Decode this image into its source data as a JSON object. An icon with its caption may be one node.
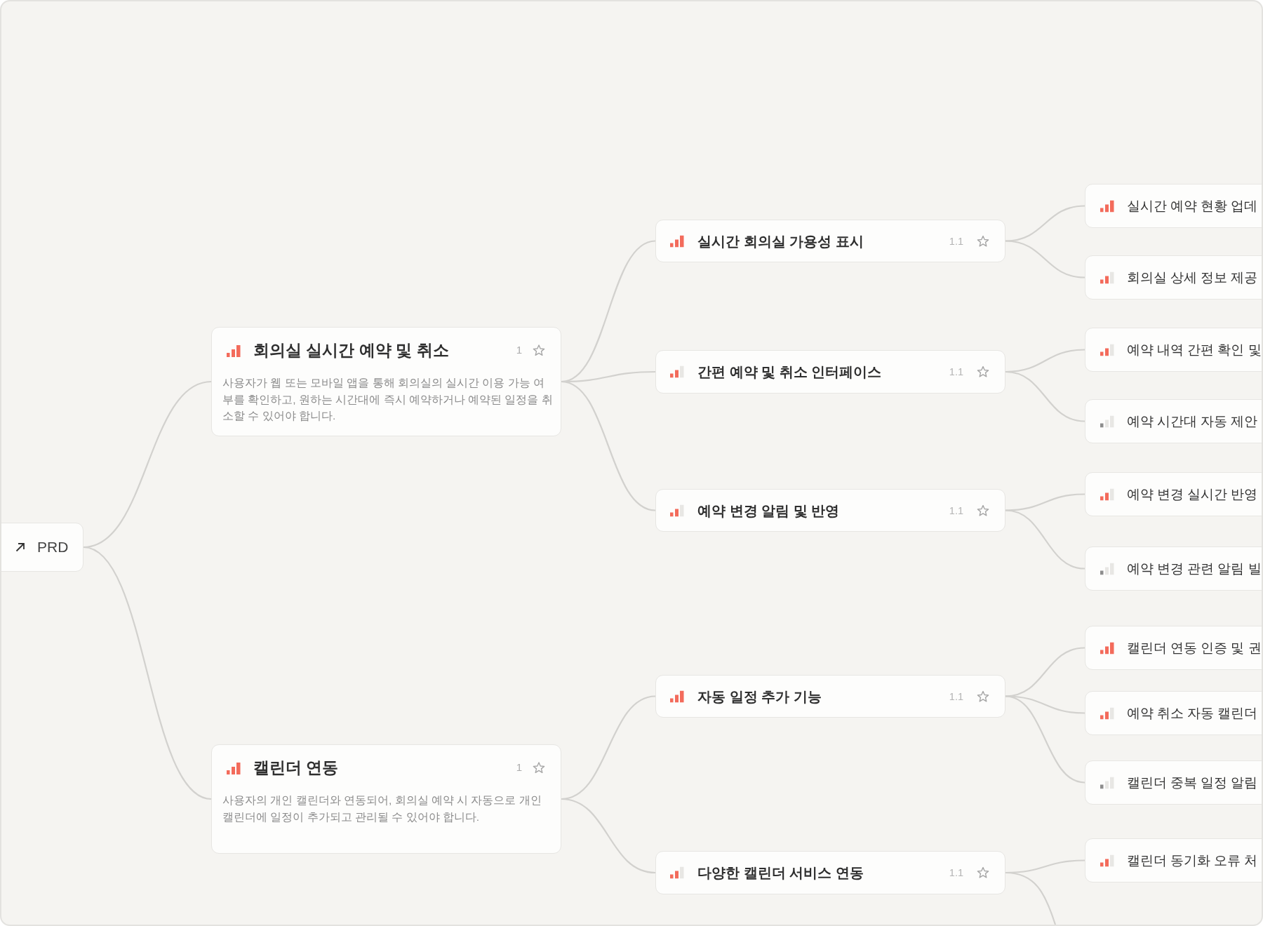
{
  "diagram": {
    "nodes": [
      {
        "text": [
          "PRD"
        ]
      },
      {
        "text": [
          "회의실 실시간 예약 및 취소",
          "1",
          "사용자가 웹 또는 모바일 앱을 통해 회의실의 실시간 이용 가능 여부를 확인하고, 원하는 시간대에 즉시 예약하거나 예약된 일정을 취소할 수 있어야 합니다."
        ]
      },
      {
        "text": [
          "실시간 회의실 가용성 표시",
          "1.1"
        ]
      },
      {
        "text": [
          "실시간 예약 현황 업데"
        ]
      },
      {
        "text": [
          "회의실 상세 정보 제공"
        ]
      },
      {
        "text": [
          "간편 예약 및 취소 인터페이스",
          "1.1"
        ]
      },
      {
        "text": [
          "예약 내역 간편 확인 및"
        ]
      },
      {
        "text": [
          "예약 시간대 자동 제안"
        ]
      },
      {
        "text": [
          "예약 변경 알림 및 반영",
          "1.1"
        ]
      },
      {
        "text": [
          "예약 변경 실시간 반영"
        ]
      },
      {
        "text": [
          "예약 변경 관련 알림 빌"
        ]
      },
      {
        "text": [
          "캘린더 연동",
          "1",
          "사용자의 개인 캘린더와 연동되어, 회의실 예약 시 자동으로 개인 캘린더에 일정이 추가되고 관리될 수 있어야 합니다."
        ]
      },
      {
        "text": [
          "자동 일정 추가 기능",
          "1.1"
        ]
      },
      {
        "text": [
          "캘린더 연동 인증 및 권"
        ]
      },
      {
        "text": [
          "예약 취소 자동 캘린더"
        ]
      },
      {
        "text": [
          "캘린더 중복 일정 알림"
        ]
      },
      {
        "text": [
          "다양한 캘린더 서비스 연동",
          "1.1"
        ]
      },
      {
        "text": [
          "캘린더 동기화 오류 처"
        ]
      }
    ],
    "edges": [
      {
        "from": 0,
        "to": 1,
        "arrow": "none"
      },
      {
        "from": 0,
        "to": 11,
        "arrow": "none"
      },
      {
        "from": 1,
        "to": 2,
        "arrow": "none"
      },
      {
        "from": 1,
        "to": 5,
        "arrow": "none"
      },
      {
        "from": 1,
        "to": 8,
        "arrow": "none"
      },
      {
        "from": 2,
        "to": 3,
        "arrow": "none"
      },
      {
        "from": 2,
        "to": 4,
        "arrow": "none"
      },
      {
        "from": 5,
        "to": 6,
        "arrow": "none"
      },
      {
        "from": 5,
        "to": 7,
        "arrow": "none"
      },
      {
        "from": 8,
        "to": 9,
        "arrow": "none"
      },
      {
        "from": 8,
        "to": 10,
        "arrow": "none"
      },
      {
        "from": 11,
        "to": 12,
        "arrow": "none"
      },
      {
        "from": 11,
        "to": 16,
        "arrow": "none"
      },
      {
        "from": 12,
        "to": 13,
        "arrow": "none"
      },
      {
        "from": 12,
        "to": 14,
        "arrow": "none"
      },
      {
        "from": 12,
        "to": 15,
        "arrow": "none"
      },
      {
        "from": 16,
        "to": 17,
        "arrow": "none"
      },
      {
        "from": 16,
        "to": null,
        "arrow": "none"
      }
    ]
  }
}
